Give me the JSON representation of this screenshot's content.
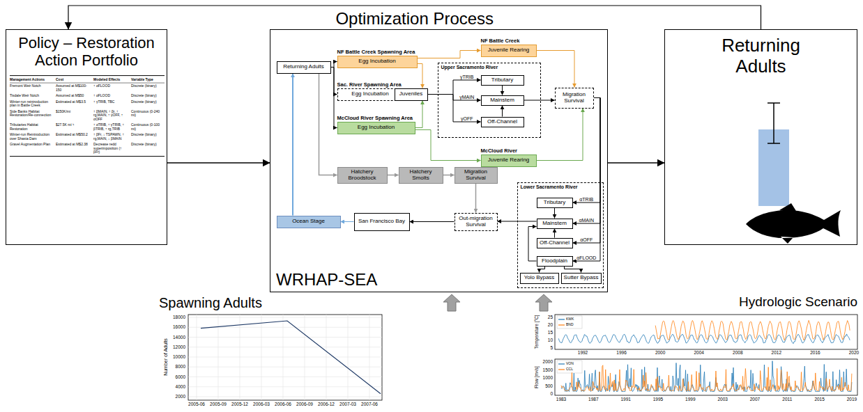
{
  "diagram": {
    "nodes": [
      {
        "text": [
          "Policy – Restoration Action Portfolio"
        ]
      },
      {
        "text": [
          "WRHAP-SEA"
        ]
      },
      {
        "text": [
          "Returning Adults"
        ],
        "in": 1
      },
      {
        "text": [
          "NF Battle Creek Spawning Area",
          "Egg Incubation"
        ],
        "in": 1
      },
      {
        "text": [
          "Sac. River Spawning Area",
          "Egg Incubation"
        ],
        "in": 1
      },
      {
        "text": [
          "McCloud River Spawning Area",
          "Egg Incubation"
        ],
        "in": 1
      },
      {
        "text": [
          "Juveniles"
        ],
        "in": 1
      },
      {
        "text": [
          "NF Battle Creek",
          "Juvenile Rearing"
        ],
        "in": 1
      },
      {
        "text": [
          "Upper Sacramento River"
        ],
        "in": 1
      },
      {
        "text": [
          "Tributary"
        ],
        "in": 8
      },
      {
        "text": [
          "Mainstem"
        ],
        "in": 8
      },
      {
        "text": [
          "Off-Channel"
        ],
        "in": 8
      },
      {
        "text": [
          "Migration Survival"
        ],
        "in": 1
      },
      {
        "text": [
          "McCloud River",
          "Juvenile Rearing"
        ],
        "in": 1
      },
      {
        "text": [
          "Hatchery Broodstock"
        ],
        "in": 1
      },
      {
        "text": [
          "Hatchery Smolts"
        ],
        "in": 1
      },
      {
        "text": [
          "Migration Survival"
        ],
        "in": 1
      },
      {
        "text": [
          "Lower Sacramento River"
        ],
        "in": 1
      },
      {
        "text": [
          "Tributary"
        ],
        "in": 17
      },
      {
        "text": [
          "Mainstem"
        ],
        "in": 17
      },
      {
        "text": [
          "Off-Channel"
        ],
        "in": 17
      },
      {
        "text": [
          "Floodplain"
        ],
        "in": 17
      },
      {
        "text": [
          "Yolo Bypass"
        ],
        "in": 17
      },
      {
        "text": [
          "Sutter Bypass"
        ],
        "in": 17
      },
      {
        "text": [
          "Out-migration Survival"
        ],
        "in": 1
      },
      {
        "text": [
          "San Francisco Bay"
        ],
        "in": 1
      },
      {
        "text": [
          "Ocean Stage"
        ],
        "in": 1
      },
      {
        "text": [
          "Returning Adults"
        ]
      }
    ],
    "edges": [
      {
        "from": 0,
        "to": 1,
        "arrow": "to"
      },
      {
        "from": 1,
        "to": 27,
        "arrow": "to"
      },
      {
        "from": 27,
        "to": 0,
        "arrow": "to",
        "label": "Optimization Process"
      },
      {
        "from": 2,
        "to": 3,
        "arrow": "to"
      },
      {
        "from": 2,
        "to": 4,
        "arrow": "to"
      },
      {
        "from": 2,
        "to": 5,
        "arrow": "to"
      },
      {
        "from": 2,
        "to": 14,
        "arrow": "to"
      },
      {
        "from": 3,
        "to": 6,
        "arrow": "to"
      },
      {
        "from": 3,
        "to": 7,
        "arrow": "to"
      },
      {
        "from": 4,
        "to": 6,
        "arrow": "to"
      },
      {
        "from": 5,
        "to": 6,
        "arrow": "to"
      },
      {
        "from": 5,
        "to": 13,
        "arrow": "to"
      },
      {
        "from": 6,
        "to": 9,
        "arrow": "to",
        "label": "γTRIB"
      },
      {
        "from": 6,
        "to": 10,
        "arrow": "to",
        "label": "γMAIN"
      },
      {
        "from": 6,
        "to": 11,
        "arrow": "to",
        "label": "γOFF"
      },
      {
        "from": 9,
        "to": 10,
        "arrow": "to"
      },
      {
        "from": 11,
        "to": 10,
        "arrow": "to"
      },
      {
        "from": 10,
        "to": 12,
        "arrow": "to"
      },
      {
        "from": 7,
        "to": 12,
        "arrow": "to"
      },
      {
        "from": 13,
        "to": 12,
        "arrow": "to"
      },
      {
        "from": 12,
        "to": 18,
        "arrow": "to",
        "label": "αTRIB"
      },
      {
        "from": 12,
        "to": 19,
        "arrow": "to",
        "label": "αMAIN"
      },
      {
        "from": 12,
        "to": 20,
        "arrow": "to",
        "label": "αOFF"
      },
      {
        "from": 12,
        "to": 21,
        "arrow": "to",
        "label": "αFLOOD"
      },
      {
        "from": 18,
        "to": 19,
        "arrow": "to"
      },
      {
        "from": 20,
        "to": 19,
        "arrow": "to"
      },
      {
        "from": 21,
        "to": 19,
        "arrow": "to"
      },
      {
        "from": 21,
        "to": 22,
        "arrow": "to"
      },
      {
        "from": 21,
        "to": 23,
        "arrow": "to"
      },
      {
        "from": 19,
        "to": 24,
        "arrow": "to"
      },
      {
        "from": 14,
        "to": 15,
        "arrow": "to"
      },
      {
        "from": 15,
        "to": 16,
        "arrow": "to"
      },
      {
        "from": 16,
        "to": 24,
        "arrow": "to"
      },
      {
        "from": 24,
        "to": 25,
        "arrow": "to"
      },
      {
        "from": 25,
        "to": 26,
        "arrow": "to"
      },
      {
        "from": 26,
        "to": 2,
        "arrow": "to"
      }
    ],
    "labels": [
      "Management Actions",
      "Cost",
      "Modeled Effects",
      "Variable Type",
      "Fremont Weir Notch",
      "Assumed at M$100-150",
      "↑ αFLOOD",
      "Discrete (binary)",
      "Tisdale Weir Notch",
      "Assumed at M$50",
      "↑ αFLOOD",
      "Discrete (binary)",
      "Winter-run reintroduction plan in Battle Creek",
      "Estimated at M$3.5",
      "↑ γTRIB, TBC",
      "Discrete (binary)",
      "Side Banks Habitat Restoration/Re-connection",
      "$150K/mi",
      "↑ βMAIN, ↑ βr, ↑ rg,MAIN, ↑ γOFF, ↑ αOFF",
      "Continuous (0-240 mi)",
      "Tributaries Habitat Restoration",
      "$27.5K mi⁻¹",
      "↑ αTRIB, ↑ γTRIB, ↑ βTRIB, ↑ rg,TRIB",
      "Continuous (0-100 mi)",
      "Winter-run Reintroduction over Shasta Dam",
      "Estimated at M$50.2",
      "↑ βFr, ↓ TSPAWN, ↑ rg,MAIN, ↓ βMAIN",
      "Discrete (binary)",
      "Gravel Augmentation Plan",
      "Estimated at M$2.38",
      "Decrease redd superimposition (↑ βFr)",
      "Discrete (binary)",
      "Spawning Adults",
      "Number of Adults",
      "18000",
      "16000",
      "14000",
      "12000",
      "10000",
      "8000",
      "6000",
      "4000",
      "2000",
      "2005-06",
      "2005-09",
      "2005-12",
      "2006-03",
      "2006-06",
      "2006-09",
      "2006-12",
      "2007-03",
      "2007-06",
      "Hydrologic Scenario",
      "Temperature [°C]",
      "25",
      "20",
      "15",
      "10",
      "5",
      "1992",
      "1996",
      "2000",
      "2004",
      "2008",
      "2012",
      "2016",
      "2020",
      "Flow [m³/s]",
      "2000",
      "1500",
      "1000",
      "500",
      "0",
      "1983",
      "1987",
      "1991",
      "1995",
      "1999",
      "2003",
      "2007",
      "2011",
      "2015",
      "2019"
    ],
    "legend": [
      {
        "text": "KWK"
      },
      {
        "text": "BND"
      },
      {
        "text": "VON"
      },
      {
        "text": "CCL"
      }
    ]
  }
}
